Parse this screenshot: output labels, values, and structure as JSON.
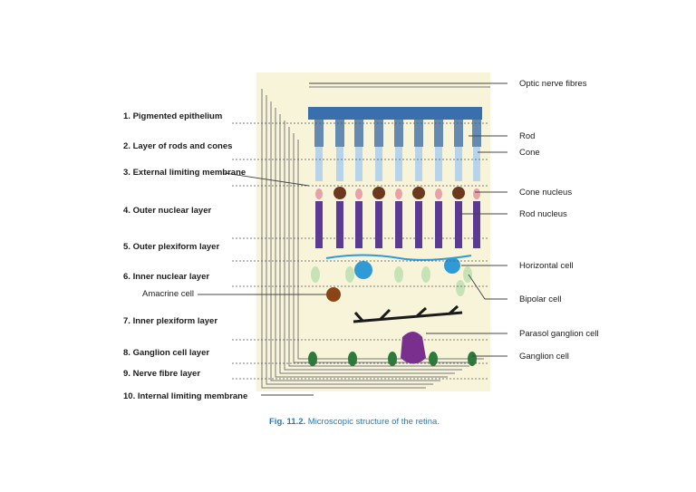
{
  "colors": {
    "panel_background": "#f7f4d9",
    "rod_cone_body": "#5b3a96",
    "outer_segment": "#3f6fa8",
    "nucleus_cone": "#6b3a1e",
    "nucleus_rod": "#e6a2a6",
    "horizontal_cell": "#2f9ad6",
    "bipolar_cell": "#c6e3b8",
    "amacrine_cell": "#8a4516",
    "ganglion_cell": "#2d7a3a",
    "parasol_ganglion_cell": "#7a2f8e",
    "caption": "#2a79b8"
  },
  "left_labels": [
    {
      "number": "1.",
      "text": "Pigmented epithelium"
    },
    {
      "number": "2.",
      "text": "Layer of rods and cones"
    },
    {
      "number": "3.",
      "text": "External limiting membrane"
    },
    {
      "number": "4.",
      "text": "Outer nuclear layer"
    },
    {
      "number": "5.",
      "text": "Outer plexiform layer"
    },
    {
      "number": "6.",
      "text": "Inner nuclear layer"
    },
    {
      "number": "",
      "text": "Amacrine cell"
    },
    {
      "number": "7.",
      "text": "Inner plexiform layer"
    },
    {
      "number": "8.",
      "text": "Ganglion cell layer"
    },
    {
      "number": "9.",
      "text": "Nerve fibre layer"
    },
    {
      "number": "10.",
      "text": "Internal limiting membrane"
    }
  ],
  "right_labels": [
    "Optic nerve fibres",
    "Rod",
    "Cone",
    "Cone nucleus",
    "Rod nucleus",
    "Horizontal cell",
    "Bipolar cell",
    "Parasol ganglion cell",
    "Ganglion cell"
  ],
  "caption": {
    "prefix": "Fig. 11.2.",
    "text": "Microscopic structure of the retina."
  }
}
